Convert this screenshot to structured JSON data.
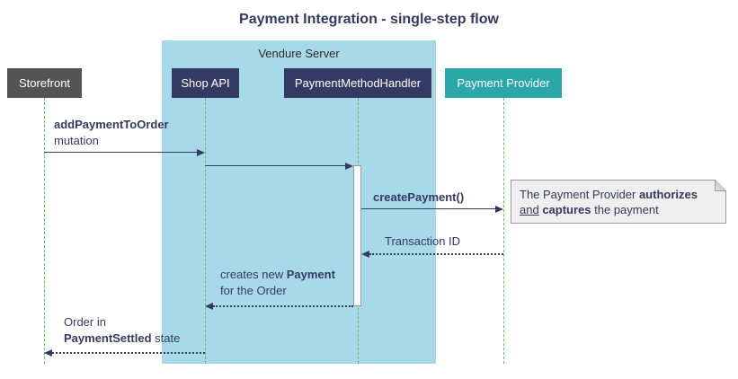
{
  "title": "Payment Integration - single-step flow",
  "colors": {
    "container_bg": "#a8d9e8",
    "actor_dark": "#333a63",
    "actor_gray": "#545454",
    "actor_teal": "#2aa7a7",
    "arrow": "#333a63",
    "lifeline_green": "#5fbe5f",
    "note_bg": "#efefef",
    "note_border": "#999999"
  },
  "container": {
    "label": "Vendure Server"
  },
  "actors": {
    "storefront": "Storefront",
    "shop_api": "Shop API",
    "payment_method_handler": "PaymentMethodHandler",
    "payment_provider": "Payment Provider"
  },
  "messages": {
    "add_payment": {
      "bold": "addPaymentToOrder",
      "line2": "mutation"
    },
    "create_payment": {
      "bold": "createPayment()"
    },
    "transaction_id": {
      "text": "Transaction ID"
    },
    "creates_payment": {
      "pre": "creates new ",
      "bold": "Payment",
      "line2": "for the Order"
    },
    "order_settled": {
      "line1": "Order in",
      "bold": "PaymentSettled",
      "post": " state"
    }
  },
  "note": {
    "p1": "The Payment Provider ",
    "p2_bold": "authorizes",
    "p3_underline": "and",
    "p4_bold": "captures",
    "p5": " the payment"
  }
}
